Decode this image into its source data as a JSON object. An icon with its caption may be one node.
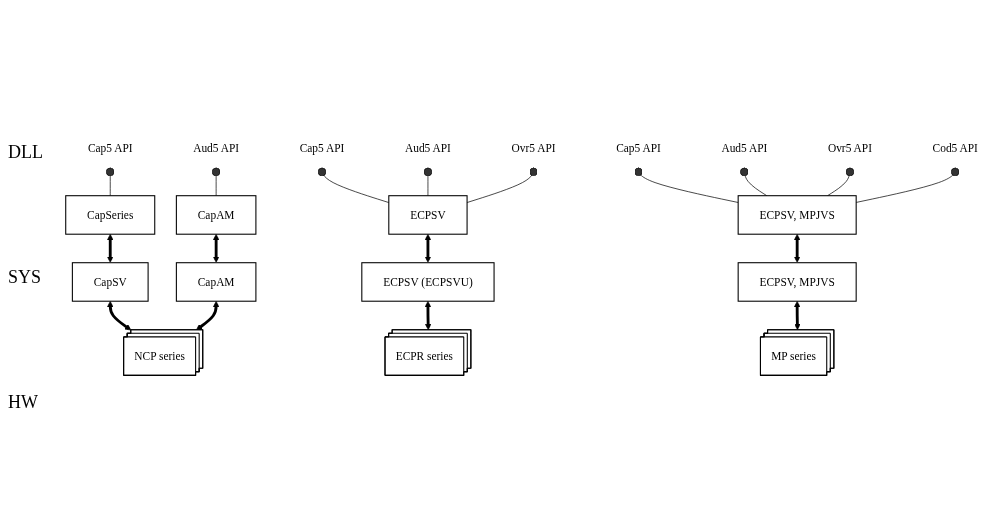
{
  "diagram": {
    "nodes": [
      {
        "text": [
          "Cap5 API"
        ]
      },
      {
        "text": [
          "Aud5 API"
        ]
      },
      {
        "text": [
          "CapSeries"
        ]
      },
      {
        "text": [
          "CapAM"
        ]
      },
      {
        "text": [
          "CapSV"
        ]
      },
      {
        "text": [
          "CapAM"
        ]
      },
      {
        "text": [
          "NCP series"
        ]
      },
      {
        "text": [
          "Cap5 API"
        ]
      },
      {
        "text": [
          "Aud5 API"
        ]
      },
      {
        "text": [
          "Ovr5 API"
        ]
      },
      {
        "text": [
          "ECPSV"
        ]
      },
      {
        "text": [
          "ECPSV (ECPSVU)"
        ]
      },
      {
        "text": [
          "ECPR series"
        ]
      },
      {
        "text": [
          "Cap5 API"
        ]
      },
      {
        "text": [
          "Aud5 API"
        ]
      },
      {
        "text": [
          "Ovr5 API"
        ]
      },
      {
        "text": [
          "Cod5 API"
        ]
      },
      {
        "text": [
          "ECPSV, MPJVS"
        ]
      },
      {
        "text": [
          "ECPSV, MPJVS"
        ]
      },
      {
        "text": [
          "MP series"
        ]
      }
    ],
    "edges": [
      {
        "from": 2,
        "to": 0,
        "arrow": "other"
      },
      {
        "from": 3,
        "to": 1,
        "arrow": "other"
      },
      {
        "from": 4,
        "to": 2,
        "arrow": "both",
        "style": "thick"
      },
      {
        "from": 5,
        "to": 3,
        "arrow": "both",
        "style": "thick"
      },
      {
        "from": 6,
        "to": 4,
        "arrow": "both",
        "style": "thick"
      },
      {
        "from": 6,
        "to": 5,
        "arrow": "both",
        "style": "thick"
      },
      {
        "from": 10,
        "to": 7,
        "arrow": "other"
      },
      {
        "from": 10,
        "to": 8,
        "arrow": "other"
      },
      {
        "from": 10,
        "to": 9,
        "arrow": "other"
      },
      {
        "from": 11,
        "to": 10,
        "arrow": "both",
        "style": "thick"
      },
      {
        "from": 12,
        "to": 11,
        "arrow": "both",
        "style": "thick"
      },
      {
        "from": 17,
        "to": 13,
        "arrow": "other"
      },
      {
        "from": 17,
        "to": 14,
        "arrow": "other"
      },
      {
        "from": 17,
        "to": 15,
        "arrow": "other"
      },
      {
        "from": 17,
        "to": 16,
        "arrow": "other"
      },
      {
        "from": 18,
        "to": 17,
        "arrow": "both",
        "style": "thick"
      },
      {
        "from": 19,
        "to": 18,
        "arrow": "both",
        "style": "thick"
      }
    ],
    "labels": [
      "DLL",
      "SYS",
      "HW"
    ]
  }
}
